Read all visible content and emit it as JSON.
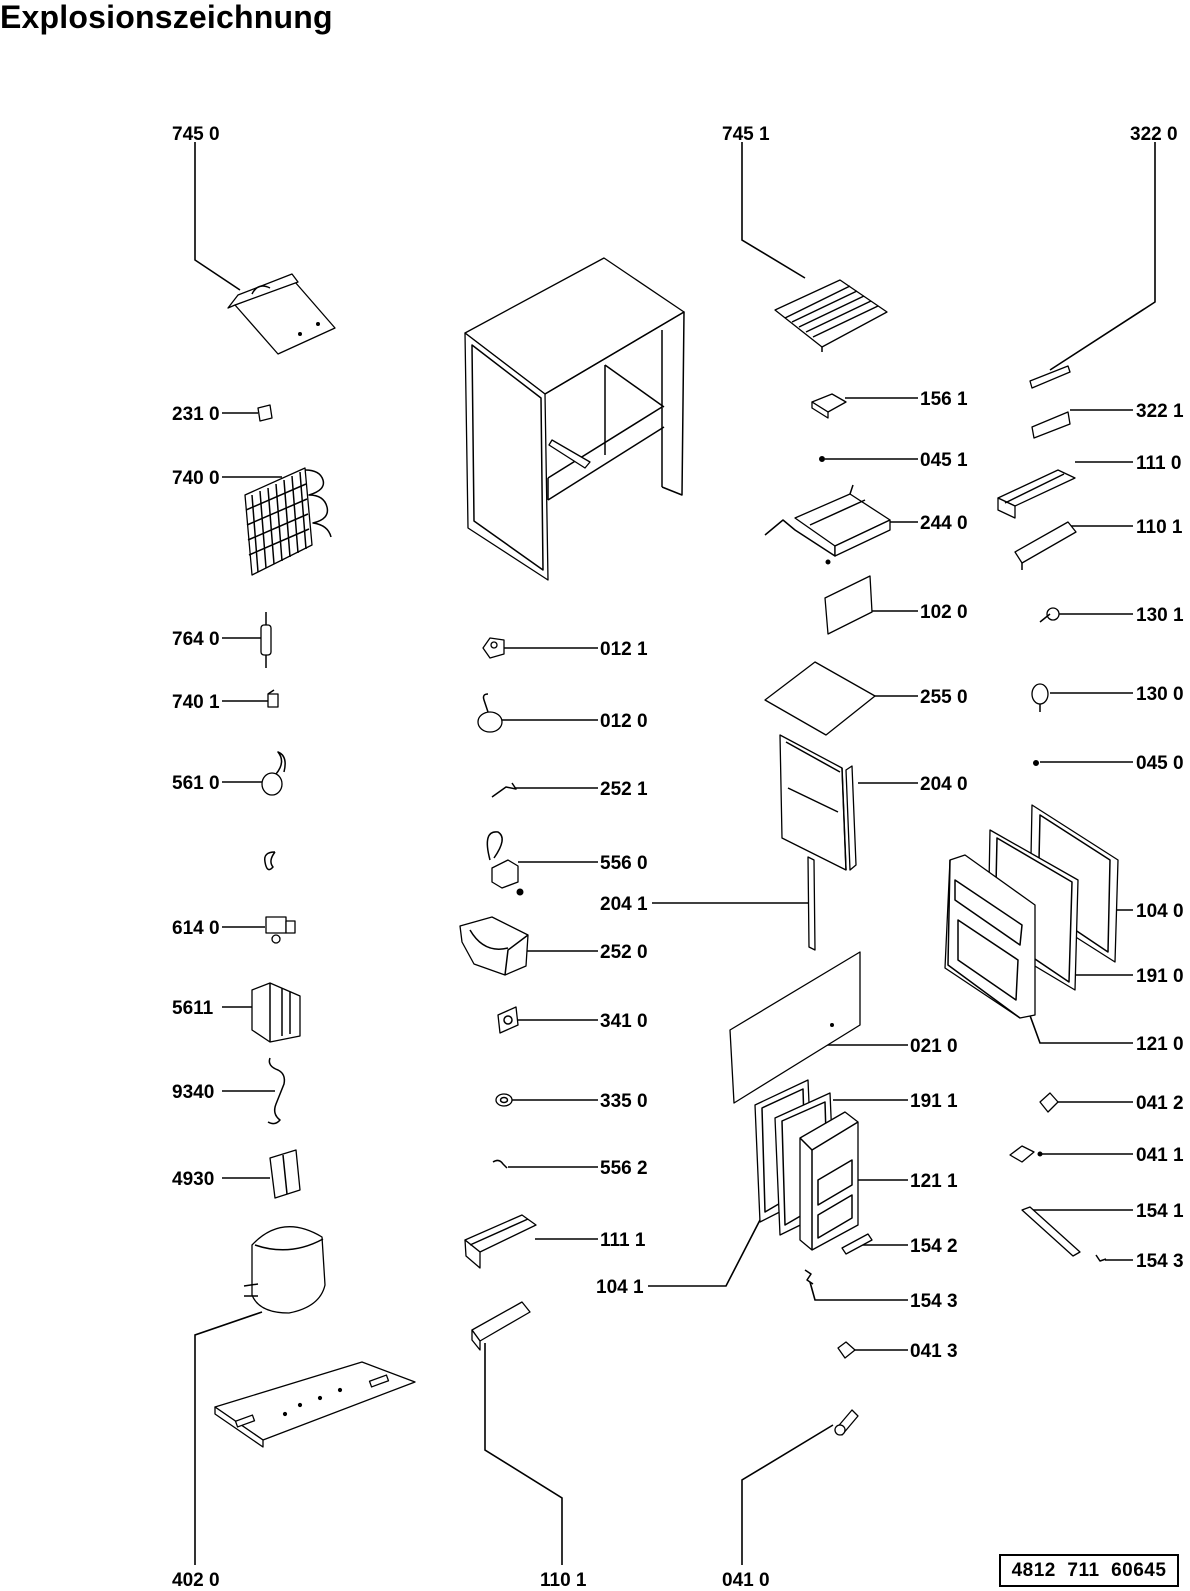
{
  "title": "Explosionszeichnung",
  "document_number": "4812  711  60645",
  "labels": {
    "l7450": "745 0",
    "l7451": "745 1",
    "l3220": "322 0",
    "l2310": "231 0",
    "l7400": "740 0",
    "l1561": "156 1",
    "l3221": "322 1",
    "l0451": "045 1",
    "l1110": "111 0",
    "l2440": "244 0",
    "l1101r": "110 1",
    "l1020": "102 0",
    "l1301": "130 1",
    "l7640": "764 0",
    "l0121": "012 1",
    "l7401": "740 1",
    "l0120": "012 0",
    "l2550": "255 0",
    "l1300": "130 0",
    "l5610": "561 0",
    "l2521": "252 1",
    "l2040": "204 0",
    "l0450": "045 0",
    "l5560": "556 0",
    "l2041": "204 1",
    "l6140": "614 0",
    "l1040": "104 0",
    "l2520": "252 0",
    "l1910": "191 0",
    "l5611": "5611",
    "l3410": "341 0",
    "l0210": "021 0",
    "l1210": "121 0",
    "l9340": "9340",
    "l3350": "335 0",
    "l1911": "191 1",
    "l0412": "041 2",
    "l0411": "041 1",
    "l5562": "556 2",
    "l4930": "4930",
    "l1211": "121 1",
    "l1541": "154 1",
    "l1111": "111 1",
    "l1542": "154 2",
    "l1543": "154 3",
    "l1041": "104 1",
    "l1543b": "154 3",
    "l0413": "041 3",
    "l4020": "402 0",
    "l1101b": "110 1",
    "l0410": "041 0"
  }
}
